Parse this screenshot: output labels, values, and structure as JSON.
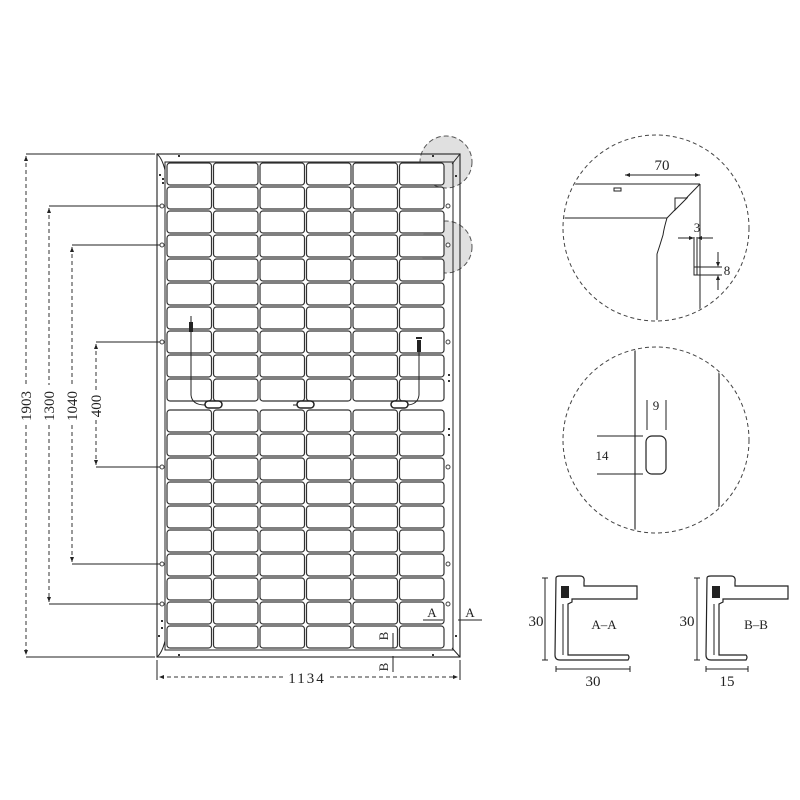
{
  "drawing": {
    "title": "Solar module mechanical drawing (rear view)",
    "panel": {
      "columns": 6,
      "rows_per_half": 10,
      "cell_count": 120
    },
    "dimensions": {
      "overall_length": "1903",
      "mounting_1300": "1300",
      "mounting_1040": "1040",
      "mounting_400": "400",
      "overall_width": "1134"
    },
    "section_marks": {
      "a_inner": "A",
      "a_outer": "A",
      "b_inner": "B",
      "b_outer": "B"
    },
    "detail_corner": {
      "dim_70": "70",
      "dim_3": "3",
      "dim_8": "8"
    },
    "detail_hole": {
      "dim_9": "9",
      "dim_14": "14"
    },
    "section_aa": {
      "title": "A–A",
      "height": "30",
      "width": "30"
    },
    "section_bb": {
      "title": "B–B",
      "height": "30",
      "width": "15"
    }
  }
}
